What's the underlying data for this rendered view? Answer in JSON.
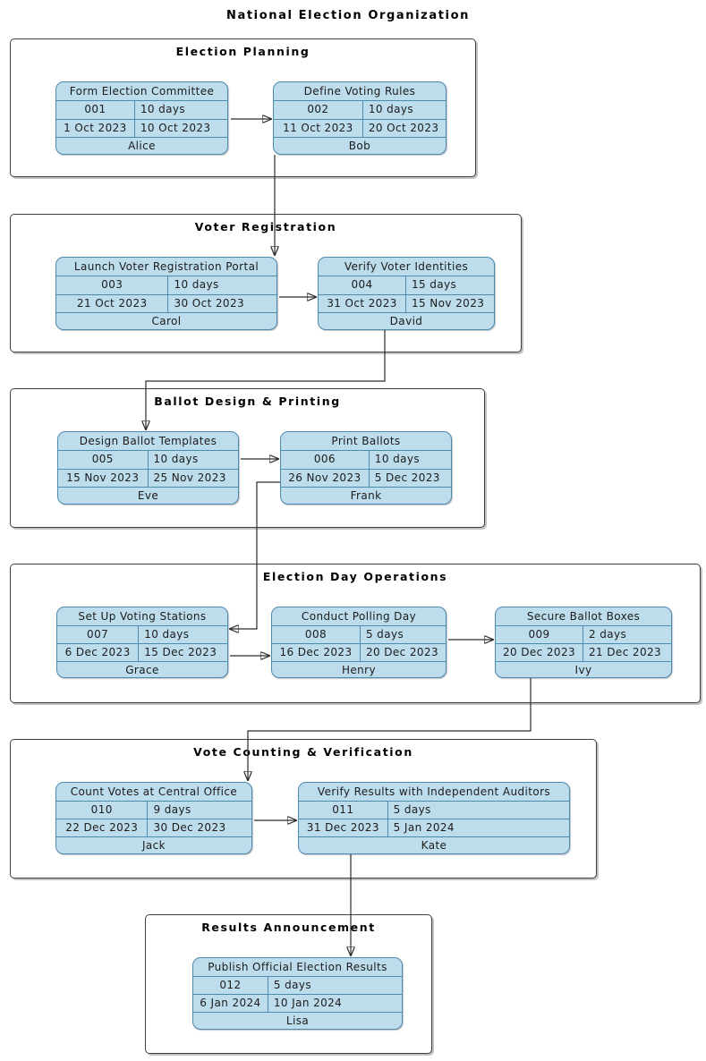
{
  "title": "National Election Organization",
  "colors": {
    "task_fill": "#BDDDEC",
    "task_border": "#4E89AE",
    "group_border": "#404040",
    "connector": "#2B2B2B",
    "text": "#1C1C1C"
  },
  "groups": [
    {
      "label": "Election Planning",
      "tasks": [
        {
          "name": "Form Election Committee",
          "id": "001",
          "duration": "10 days",
          "start": "1 Oct 2023",
          "end": "10 Oct 2023",
          "owner": "Alice"
        },
        {
          "name": "Define Voting Rules",
          "id": "002",
          "duration": "10 days",
          "start": "11 Oct 2023",
          "end": "20 Oct 2023",
          "owner": "Bob"
        }
      ]
    },
    {
      "label": "Voter Registration",
      "tasks": [
        {
          "name": "Launch Voter Registration Portal",
          "id": "003",
          "duration": "10 days",
          "start": "21 Oct 2023",
          "end": "30 Oct 2023",
          "owner": "Carol"
        },
        {
          "name": "Verify Voter Identities",
          "id": "004",
          "duration": "15 days",
          "start": "31 Oct 2023",
          "end": "15 Nov 2023",
          "owner": "David"
        }
      ]
    },
    {
      "label": "Ballot Design & Printing",
      "tasks": [
        {
          "name": "Design Ballot Templates",
          "id": "005",
          "duration": "10 days",
          "start": "15 Nov 2023",
          "end": "25 Nov 2023",
          "owner": "Eve"
        },
        {
          "name": "Print Ballots",
          "id": "006",
          "duration": "10 days",
          "start": "26 Nov 2023",
          "end": "5 Dec 2023",
          "owner": "Frank"
        }
      ]
    },
    {
      "label": "Election Day Operations",
      "tasks": [
        {
          "name": "Set Up Voting Stations",
          "id": "007",
          "duration": "10 days",
          "start": "6 Dec 2023",
          "end": "15 Dec 2023",
          "owner": "Grace"
        },
        {
          "name": "Conduct Polling Day",
          "id": "008",
          "duration": "5 days",
          "start": "16 Dec 2023",
          "end": "20 Dec 2023",
          "owner": "Henry"
        },
        {
          "name": "Secure Ballot Boxes",
          "id": "009",
          "duration": "2 days",
          "start": "20 Dec 2023",
          "end": "21 Dec 2023",
          "owner": "Ivy"
        }
      ]
    },
    {
      "label": "Vote Counting & Verification",
      "tasks": [
        {
          "name": "Count Votes at Central Office",
          "id": "010",
          "duration": "9 days",
          "start": "22 Dec 2023",
          "end": "30 Dec 2023",
          "owner": "Jack"
        },
        {
          "name": "Verify Results with Independent Auditors",
          "id": "011",
          "duration": "5 days",
          "start": "31 Dec 2023",
          "end": "5 Jan 2024",
          "owner": "Kate"
        }
      ]
    },
    {
      "label": "Results Announcement",
      "tasks": [
        {
          "name": "Publish Official Election Results",
          "id": "012",
          "duration": "5 days",
          "start": "6 Jan 2024",
          "end": "10 Jan 2024",
          "owner": "Lisa"
        }
      ]
    }
  ],
  "dependencies": [
    {
      "from": "001",
      "to": "002"
    },
    {
      "from": "002",
      "to": "003"
    },
    {
      "from": "003",
      "to": "004"
    },
    {
      "from": "004",
      "to": "005"
    },
    {
      "from": "005",
      "to": "006"
    },
    {
      "from": "006",
      "to": "007"
    },
    {
      "from": "007",
      "to": "008"
    },
    {
      "from": "008",
      "to": "009"
    },
    {
      "from": "009",
      "to": "010"
    },
    {
      "from": "010",
      "to": "011"
    },
    {
      "from": "011",
      "to": "012"
    }
  ]
}
